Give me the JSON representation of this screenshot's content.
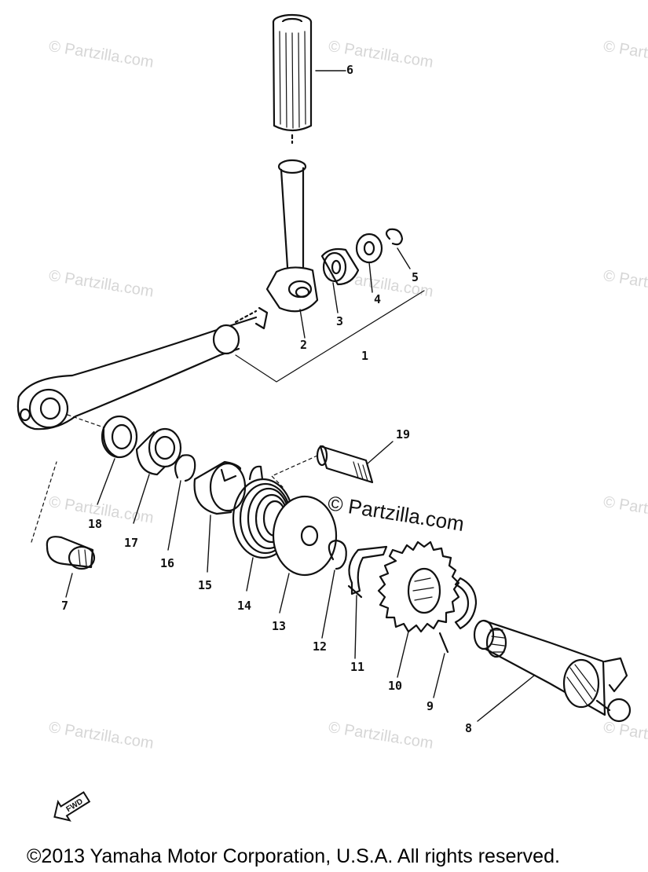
{
  "watermark": {
    "text": "© Partzilla.com",
    "prominent_text": "© Partzilla.com"
  },
  "callouts": [
    "1",
    "2",
    "3",
    "4",
    "5",
    "6",
    "7",
    "8",
    "9",
    "10",
    "11",
    "12",
    "13",
    "14",
    "15",
    "16",
    "17",
    "18",
    "19"
  ],
  "fwd_symbol": {
    "label": "FWD"
  },
  "copyright": "©2013  Yamaha Motor Corporation, U.S.A. All rights reserved."
}
